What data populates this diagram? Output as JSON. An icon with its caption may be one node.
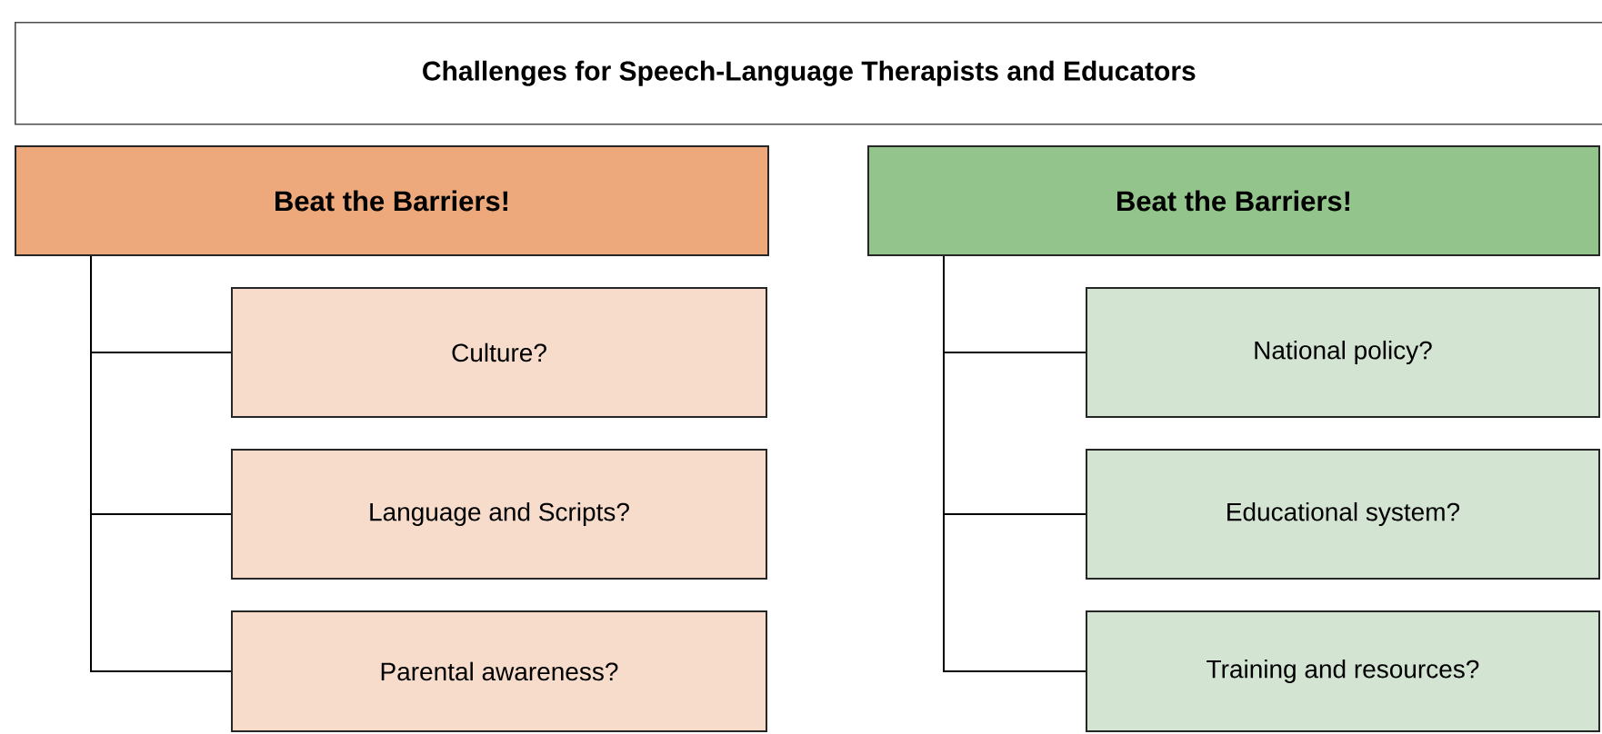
{
  "diagram": {
    "title": "Challenges for Speech-Language Therapists and Educators",
    "nodes": [
      {
        "text": [
          "Beat the Barriers!"
        ]
      },
      {
        "text": [
          "Culture?"
        ]
      },
      {
        "text": [
          "Language and Scripts?"
        ]
      },
      {
        "text": [
          "Parental awareness?"
        ]
      },
      {
        "text": [
          "Beat the Barriers!"
        ]
      },
      {
        "text": [
          "National policy?"
        ]
      },
      {
        "text": [
          "Educational system?"
        ]
      },
      {
        "text": [
          "Training and resources?"
        ]
      }
    ],
    "edges": [
      {
        "from": 0,
        "to": 1,
        "arrow": "none"
      },
      {
        "from": 0,
        "to": 2,
        "arrow": "none"
      },
      {
        "from": 0,
        "to": 3,
        "arrow": "none"
      },
      {
        "from": 4,
        "to": 5,
        "arrow": "none"
      },
      {
        "from": 4,
        "to": 6,
        "arrow": "none"
      },
      {
        "from": 4,
        "to": 7,
        "arrow": "none"
      }
    ]
  }
}
